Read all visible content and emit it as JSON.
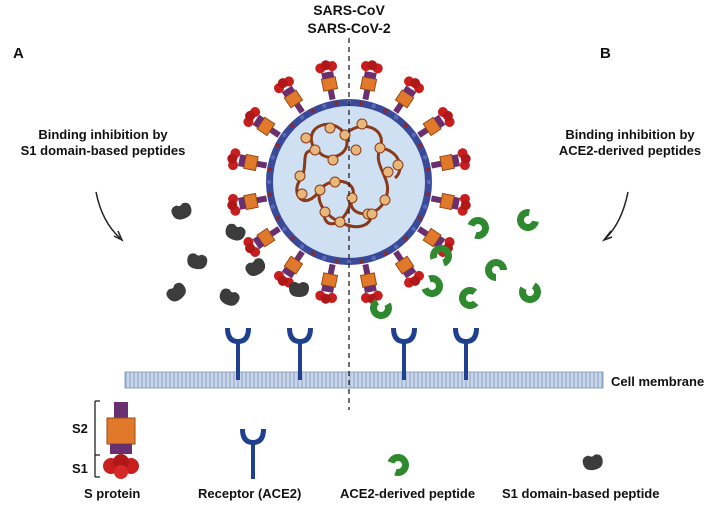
{
  "title": {
    "line1": "SARS-CoV",
    "line2": "SARS-CoV-2"
  },
  "panels": {
    "left": "A",
    "right": "B"
  },
  "left_caption": {
    "line1": "Binding inhibition by",
    "line2": "S1 domain-based peptides"
  },
  "right_caption": {
    "line1": "Binding inhibition by",
    "line2": "ACE2-derived peptides"
  },
  "membrane_label": "Cell membrane",
  "spike_parts": {
    "s2": "S2",
    "s1": "S1"
  },
  "legend": {
    "s_protein": "S protein",
    "receptor": "Receptor (ACE2)",
    "ace2_peptide": "ACE2-derived peptide",
    "s1_peptide": "S1 domain-based peptide"
  },
  "colors": {
    "virus_fill": "#cfe0f2",
    "envelope": "#3a4a9a",
    "rna": "#8a3a1a",
    "rna_bead": "#e8b87a",
    "spike_stalk": "#6a2f6e",
    "spike_body": "#e07a2a",
    "spike_head": "#c81e1e",
    "receptor": "#1f3f8f",
    "ace2_peptide": "#2f8a2f",
    "s1_peptide": "#3c3c3c",
    "membrane": "#b7c6dd"
  }
}
